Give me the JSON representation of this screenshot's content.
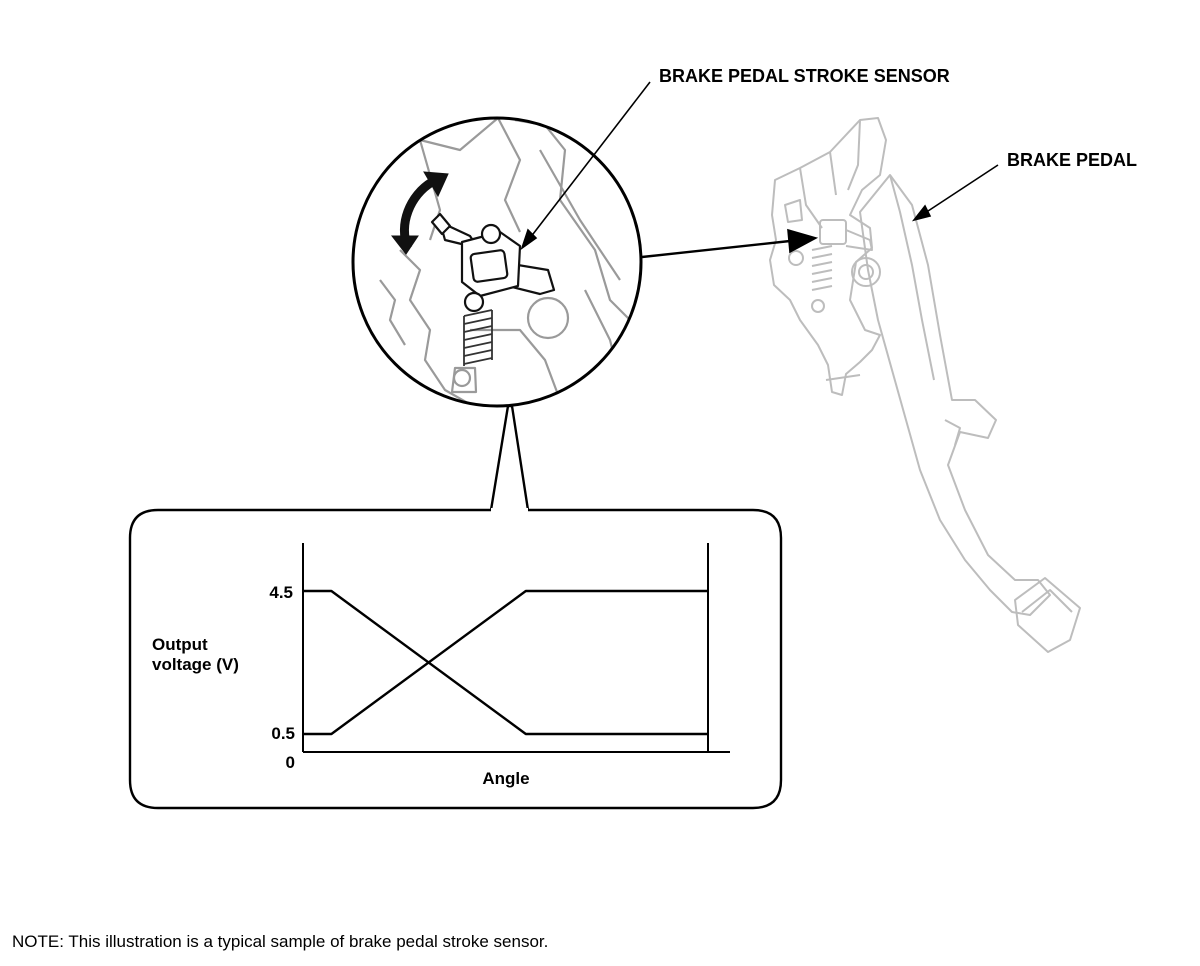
{
  "labels": {
    "sensor": "BRAKE PEDAL STROKE SENSOR",
    "pedal": "BRAKE PEDAL"
  },
  "graph": {
    "ylabel_line1": "Output",
    "ylabel_line2": "voltage (V)",
    "xlabel": "Angle",
    "ticks": [
      "4.5",
      "0.5",
      "0"
    ]
  },
  "chart_data": {
    "type": "line",
    "xlabel": "Angle",
    "ylabel": "Output voltage (V)",
    "y_ticks": [
      0,
      0.5,
      4.5
    ],
    "series": [
      {
        "x": [
          0,
          0.07,
          0.55,
          1.0
        ],
        "y": [
          4.5,
          4.5,
          0.5,
          0.5
        ]
      },
      {
        "x": [
          0,
          0.07,
          0.55,
          1.0
        ],
        "y": [
          0.5,
          0.5,
          4.5,
          4.5
        ]
      }
    ]
  },
  "note": "NOTE: This illustration is a typical sample of brake pedal stroke sensor."
}
